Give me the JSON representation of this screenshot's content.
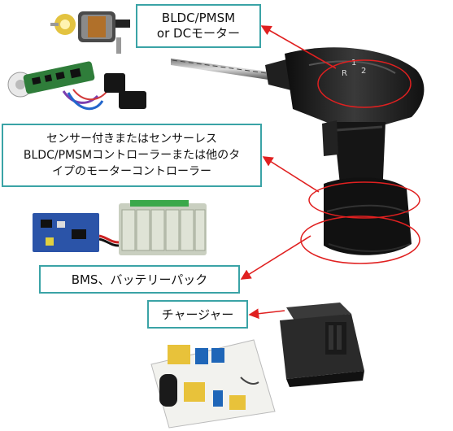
{
  "labels": {
    "motor_line1": "BLDC/PMSM",
    "motor_line2": "or DCモーター",
    "controller_line1": "センサー付きまたはセンサーレス",
    "controller_line2": "BLDC/PMSMコントローラーまたは他のタ",
    "controller_line3": "イプのモーターコントローラー",
    "battery": "BMS、バッテリーパック",
    "charger": "チャージャー"
  },
  "drill_labels": {
    "r": "R",
    "speed1": "1",
    "speed2": "2"
  },
  "colors": {
    "box_border": "#3aa3a6",
    "arrow": "#e02020",
    "drill_body": "#1a1a1a",
    "drill_highlight": "#4a4a4a",
    "pcb_green": "#2f7d3a",
    "pcb_blue": "#2b54a8",
    "battery_cell": "#dfe3d6",
    "charger_body": "#2a2a2a",
    "board_white": "#f2f2ee"
  }
}
